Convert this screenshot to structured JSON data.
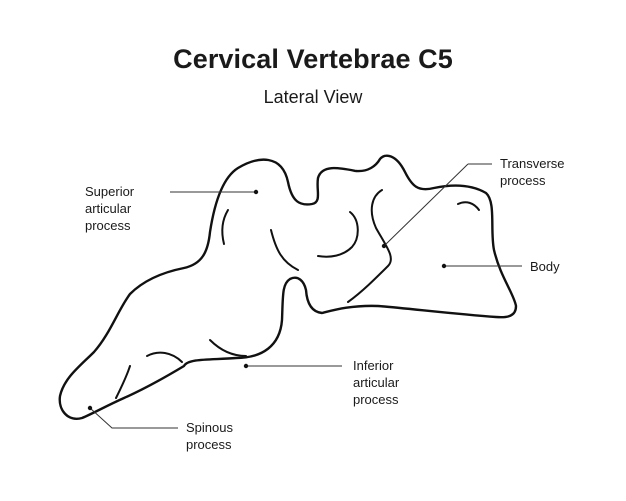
{
  "header": {
    "title": "Cervical Vertebrae C5",
    "subtitle": "Lateral View"
  },
  "labels": {
    "superior_articular": [
      "Superior",
      "articular",
      "process"
    ],
    "transverse": [
      "Transverse",
      "process"
    ],
    "body": [
      "Body"
    ],
    "inferior_articular": [
      "Inferior",
      "articular",
      "process"
    ],
    "spinous": [
      "Spinous",
      "process"
    ]
  },
  "colors": {
    "outline": "#111111",
    "leader": "#333333",
    "text": "#1a1a1a",
    "background": "#ffffff"
  }
}
